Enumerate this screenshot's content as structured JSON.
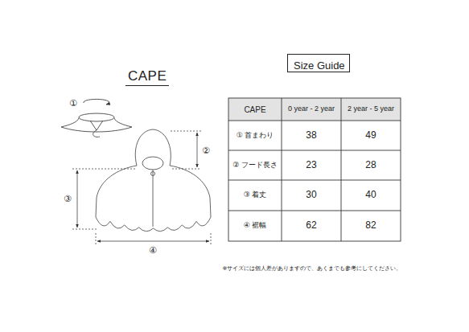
{
  "diagram": {
    "title": "CAPE",
    "nodes": [
      {
        "text": [
          "Size Guide"
        ]
      }
    ],
    "labels": [
      "①",
      "②",
      "③",
      "④",
      "CAPE",
      "0 year - 2 year",
      "2 year - 5 year",
      "① 首まわり",
      "38",
      "49",
      "② フード長さ",
      "23",
      "28",
      "③ 着丈",
      "30",
      "40",
      "④ 裾幅",
      "62",
      "82",
      "※サイズには個人差がありますので、あくまでも参考にしてください。"
    ]
  }
}
